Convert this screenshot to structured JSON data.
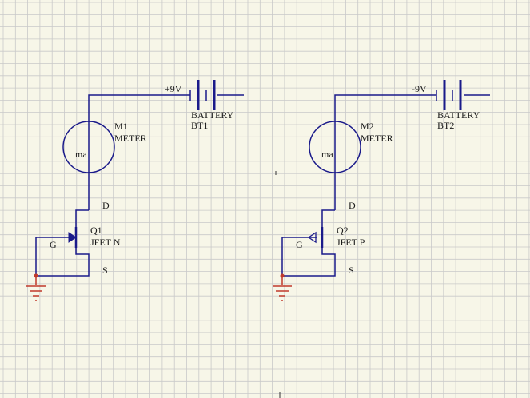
{
  "colors": {
    "background": "#f7f6e8",
    "grid": "#c9c9c9",
    "wire": "#1a1a8a",
    "body_text": "#1a1a1a",
    "ground": "#c0392b"
  },
  "circuits": [
    {
      "battery_voltage": "+9V",
      "battery_type": "BATTERY",
      "battery_ref": "BT1",
      "meter_ref": "M1",
      "meter_type": "METER",
      "meter_unit": "ma",
      "transistor_ref": "Q1",
      "transistor_type": "JFET N",
      "pin_drain": "D",
      "pin_gate": "G",
      "pin_source": "S"
    },
    {
      "battery_voltage": "-9V",
      "battery_type": "BATTERY",
      "battery_ref": "BT2",
      "meter_ref": "M2",
      "meter_type": "METER",
      "meter_unit": "ma",
      "transistor_ref": "Q2",
      "transistor_type": "JFET P",
      "pin_drain": "D",
      "pin_gate": "G",
      "pin_source": "S"
    }
  ]
}
